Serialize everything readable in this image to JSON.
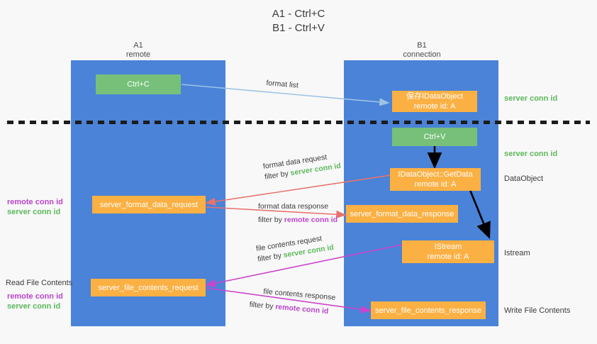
{
  "title": {
    "line1": "A1 - Ctrl+C",
    "line2": "B1 - Ctrl+V"
  },
  "columns": [
    {
      "name": "A1",
      "sub": "remote"
    },
    {
      "name": "B1",
      "sub": "connection"
    }
  ],
  "colors": {
    "lane": "#4a83d8",
    "orange": "#fbb043",
    "green_box": "#76c07a",
    "green_text": "#5cb85c",
    "purple_text": "#bb44cc",
    "arrow_blue": "#9dc3e6",
    "arrow_red": "#e8736c",
    "arrow_magenta": "#cc44cc",
    "arrow_black": "#000000",
    "background": "#f8f8f8"
  },
  "nodes": {
    "ctrl_c": {
      "label": "Ctrl+C"
    },
    "ctrl_v": {
      "label": "Ctrl+V"
    },
    "save_idataobject": {
      "line1": "保存IDataObject",
      "line2": "remote id: A"
    },
    "getdata": {
      "line1": "IDataObject::GetData",
      "line2": "remote id: A"
    },
    "istream": {
      "line1": "IStream",
      "line2": "remote id: A"
    },
    "server_format_data_request": {
      "label": "server_format_data_request"
    },
    "server_format_data_response": {
      "label": "server_format_data_response"
    },
    "server_file_contents_request": {
      "label": "server_file_contents_request"
    },
    "server_file_contents_response": {
      "label": "server_file_contents_response"
    }
  },
  "edge_labels": {
    "format_list": "format list",
    "format_data_request": "format data request",
    "format_data_request_filter_prefix": "filter by ",
    "format_data_request_filter_key": "server conn id",
    "format_data_response": "format data response",
    "format_data_response_filter_prefix": "filter by ",
    "format_data_response_filter_key": "remote conn id",
    "file_contents_request": "file contents request",
    "file_contents_request_filter_prefix": "filter by ",
    "file_contents_request_filter_key": "server conn id",
    "file_contents_response": "file contents response",
    "file_contents_response_filter_prefix": "filter by ",
    "file_contents_response_filter_key": "remote conn id"
  },
  "right_annotations": {
    "server_conn_id_top": "server conn id",
    "server_conn_id_second": "server conn id",
    "dataobject": "DataObject",
    "istream": "Istream",
    "write_file_contents": "Write File Contents"
  },
  "left_annotations": {
    "group1_line1": "remote conn id",
    "group1_line2": "server conn id",
    "read_file_contents": "Read File Contents",
    "group2_line1": "remote conn id",
    "group2_line2": "server conn id"
  }
}
